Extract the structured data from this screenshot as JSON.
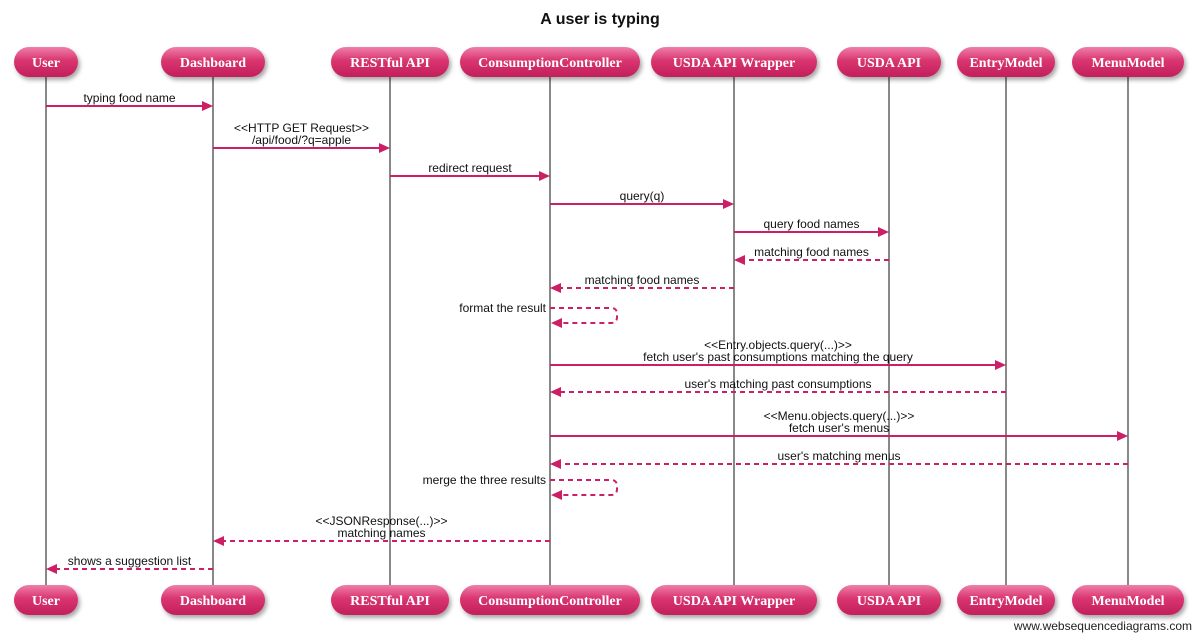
{
  "title": "A user is typing",
  "watermark": "www.websequencediagrams.com",
  "colors": {
    "actor_fill": "#d9356e",
    "actor_fill_light": "#e8679a",
    "arrow": "#cc1f66",
    "text": "#111111",
    "lifeline": "#111111"
  },
  "actors": [
    {
      "id": "user",
      "name": "User"
    },
    {
      "id": "dashboard",
      "name": "Dashboard"
    },
    {
      "id": "restful_api",
      "name": "RESTful API"
    },
    {
      "id": "consumption_controller",
      "name": "ConsumptionController"
    },
    {
      "id": "usda_api_wrapper",
      "name": "USDA API Wrapper"
    },
    {
      "id": "usda_api",
      "name": "USDA API"
    },
    {
      "id": "entry_model",
      "name": "EntryModel"
    },
    {
      "id": "menu_model",
      "name": "MenuModel"
    }
  ],
  "messages": [
    {
      "from": "user",
      "to": "dashboard",
      "style": "solid",
      "lines": [
        "typing food name"
      ]
    },
    {
      "from": "dashboard",
      "to": "restful_api",
      "style": "solid",
      "lines": [
        "<<HTTP GET Request>>",
        "/api/food/?q=apple"
      ]
    },
    {
      "from": "restful_api",
      "to": "consumption_controller",
      "style": "solid",
      "lines": [
        "redirect request"
      ]
    },
    {
      "from": "consumption_controller",
      "to": "usda_api_wrapper",
      "style": "solid",
      "lines": [
        "query(q)"
      ]
    },
    {
      "from": "usda_api_wrapper",
      "to": "usda_api",
      "style": "solid",
      "lines": [
        "query food names"
      ]
    },
    {
      "from": "usda_api",
      "to": "usda_api_wrapper",
      "style": "dashed",
      "lines": [
        "matching food names"
      ]
    },
    {
      "from": "usda_api_wrapper",
      "to": "consumption_controller",
      "style": "dashed",
      "lines": [
        "matching food names"
      ]
    },
    {
      "from": "consumption_controller",
      "to": "consumption_controller",
      "style": "dashed",
      "lines": [
        "format the result"
      ]
    },
    {
      "from": "consumption_controller",
      "to": "entry_model",
      "style": "solid",
      "lines": [
        "<<Entry.objects.query(...)>>",
        "fetch user's past consumptions matching the query"
      ]
    },
    {
      "from": "entry_model",
      "to": "consumption_controller",
      "style": "dashed",
      "lines": [
        "user's matching past consumptions"
      ]
    },
    {
      "from": "consumption_controller",
      "to": "menu_model",
      "style": "solid",
      "lines": [
        "<<Menu.objects.query(...)>>",
        "fetch user's menus"
      ]
    },
    {
      "from": "menu_model",
      "to": "consumption_controller",
      "style": "dashed",
      "lines": [
        "user's matching menus"
      ]
    },
    {
      "from": "consumption_controller",
      "to": "consumption_controller",
      "style": "dashed",
      "lines": [
        "merge the three results"
      ]
    },
    {
      "from": "consumption_controller",
      "to": "dashboard",
      "style": "dashed",
      "lines": [
        "<<JSONResponse(...)>>",
        "matching names"
      ]
    },
    {
      "from": "dashboard",
      "to": "user",
      "style": "dashed",
      "lines": [
        "shows a suggestion list"
      ]
    }
  ]
}
